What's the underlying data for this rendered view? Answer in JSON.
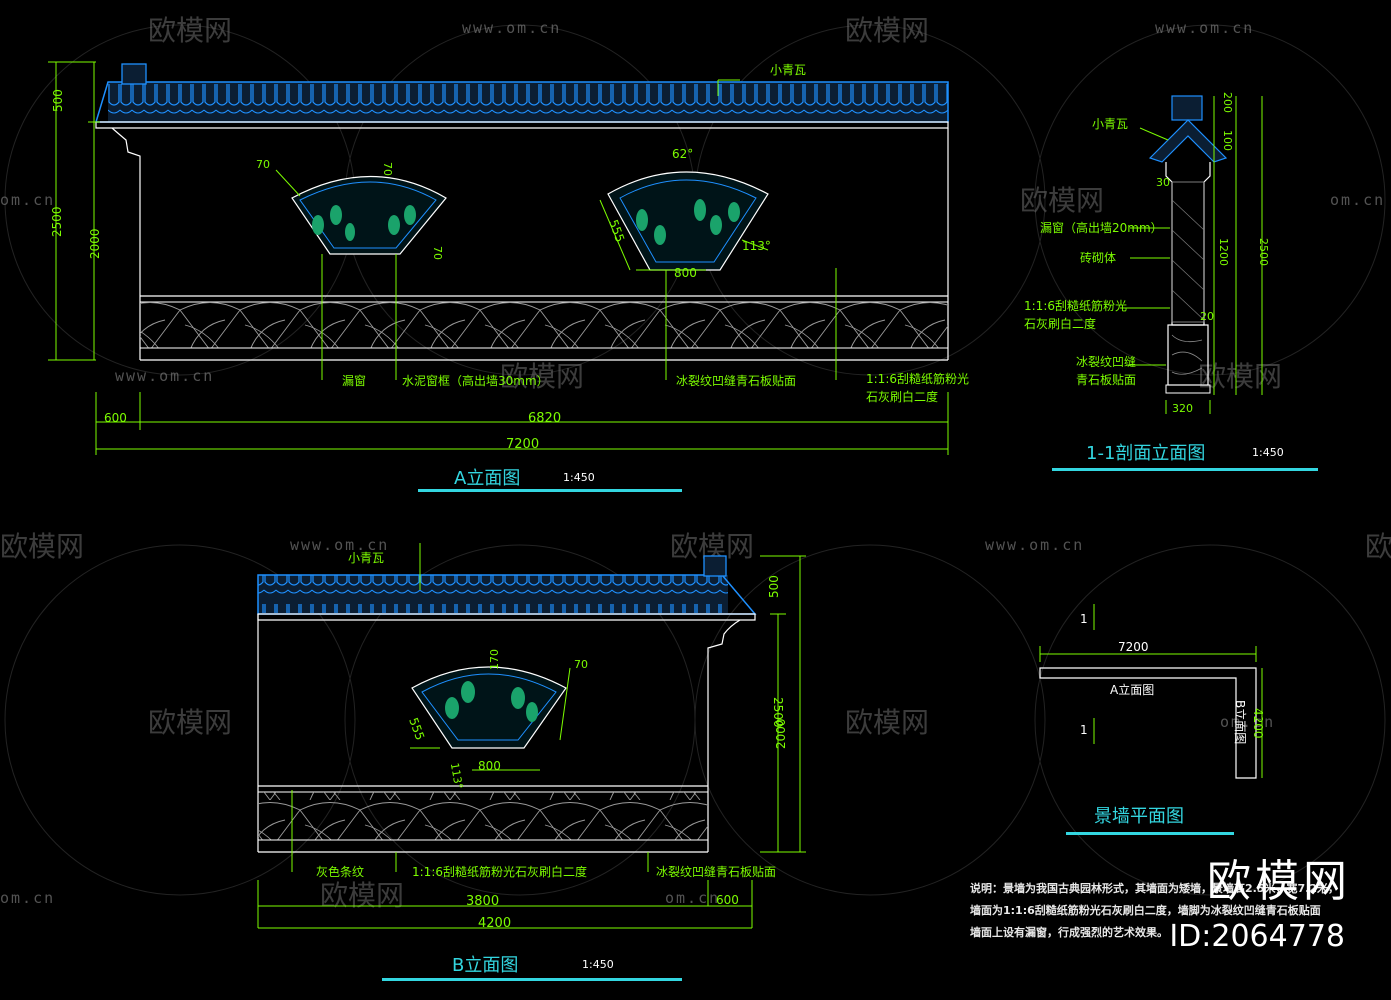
{
  "watermark": {
    "brand": "欧模网",
    "url": "www.om.cn",
    "url_short": "om.cn",
    "id_text": "ID:2064778"
  },
  "colors": {
    "background": "#000000",
    "dimension": "#7CFC00",
    "outline": "#ffffff",
    "tile": "#1e90ff",
    "title_bar": "#33d6e0"
  },
  "elevation_a": {
    "title": "A立面图",
    "scale": "1:450",
    "labels": {
      "tile": "小青瓦",
      "sill": "漏窗",
      "cement_sill": "水泥窗框（高出墙30mm）",
      "ice_crack": "冰裂纹凹缝青石板贴面",
      "plaster_1": "1:1:6刮糙纸筋粉光",
      "plaster_2": "石灰刷白二度"
    },
    "dims": {
      "h500": "500",
      "h2500": "2500",
      "h2000": "2000",
      "w600": "600",
      "w6820": "6820",
      "w7200": "7200",
      "d70a": "70",
      "d70b": "70",
      "d70c": "70",
      "ang62": "62°",
      "d555": "555",
      "ang113": "113°",
      "w800": "800"
    }
  },
  "section_1_1": {
    "title": "1-1剖面立面图",
    "scale": "1:450",
    "labels": {
      "tile": "小青瓦",
      "sill": "漏窗（高出墙20mm）",
      "brick": "砖砌体",
      "plaster_1": "1:1:6刮糙纸筋粉光",
      "plaster_2": "石灰刷白二度",
      "ice_1": "冰裂纹凹缝",
      "ice_2": "青石板贴面"
    },
    "dims": {
      "d200": "200",
      "d100": "100",
      "d30": "30",
      "d1200": "1200",
      "d2500": "2500",
      "d20": "20",
      "d320": "320"
    }
  },
  "elevation_b": {
    "title": "B立面图",
    "scale": "1:450",
    "labels": {
      "tile": "小青瓦",
      "gray": "灰色条纹",
      "plaster": "1:1:6刮糙纸筋粉光石灰刷白二度",
      "ice_crack": "冰裂纹凹缝青石板贴面"
    },
    "dims": {
      "h500": "500",
      "h2500": "2500",
      "h2000": "2000",
      "d170": "170",
      "d70": "70",
      "d555": "555",
      "ang113": "113°",
      "w800": "800",
      "w3800": "3800",
      "w600": "600",
      "w4200": "4200"
    }
  },
  "plan": {
    "title": "景墙平面图",
    "labels": {
      "sec1": "1",
      "sec2": "1",
      "a_elev": "A立面图",
      "b_elev": "B立面图"
    },
    "dims": {
      "w7200": "7200",
      "h4200": "4200"
    }
  },
  "notes": [
    "说明：景墙为我国古典园林形式，其墙面为矮墙，景墙高2.5米，宽7.2米，",
    "墙面为1:1:6刮糙纸筋粉光石灰刷白二度，墙脚为冰裂纹凹缝青石板贴面",
    "墙面上设有漏窗，行成强烈的艺术效果。"
  ]
}
